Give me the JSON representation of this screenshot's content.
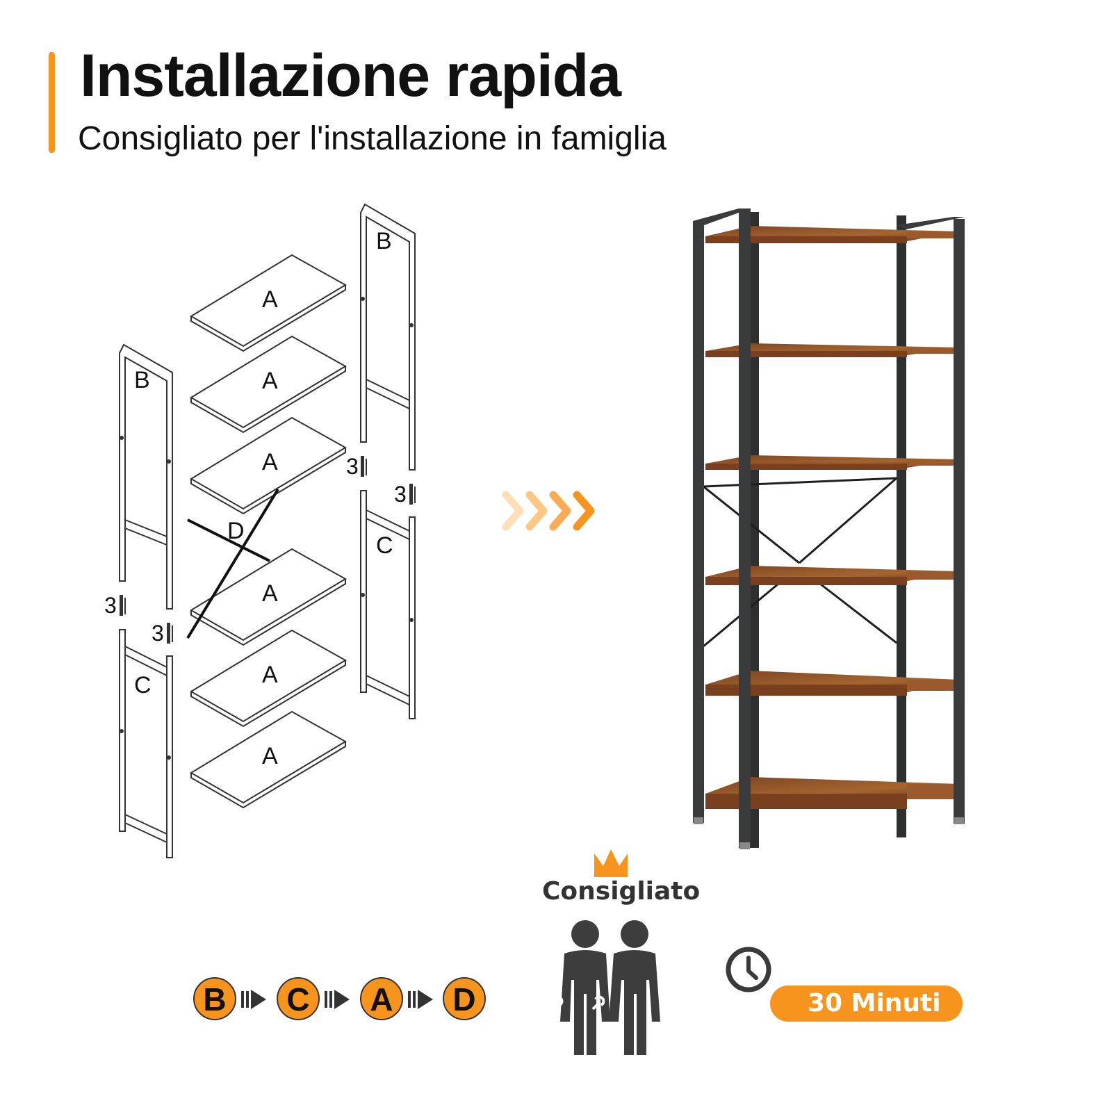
{
  "header": {
    "title": "Installazione rapida",
    "subtitle": "Consigliato per l'installazione in famiglia"
  },
  "diagram": {
    "shelf_label": "A",
    "top_frame_label": "B",
    "bottom_frame_label": "C",
    "brace_label": "D",
    "screw_count": "3"
  },
  "steps": [
    "B",
    "C",
    "A",
    "D"
  ],
  "recommendation": {
    "label": "Consigliato",
    "time": "30 Minuti"
  },
  "colors": {
    "accent": "#f7941d",
    "frame": "#3a3b3d",
    "wood": "#8b4a22"
  }
}
